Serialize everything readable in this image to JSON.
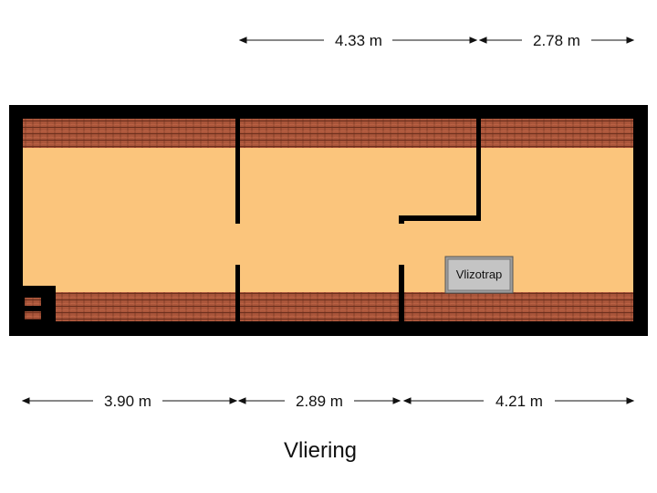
{
  "title": "Vliering",
  "dimensions": {
    "top_1": "4.33 m",
    "top_2": "2.78 m",
    "bottom_1": "3.90 m",
    "bottom_2": "2.89 m",
    "bottom_3": "4.21 m"
  },
  "labels": {
    "stair": "Vlizotrap"
  },
  "colors": {
    "wall": "#000000",
    "floor": "#fbc57c",
    "roof_tiles": "#a9553a",
    "stair": "#bdbdbd"
  }
}
